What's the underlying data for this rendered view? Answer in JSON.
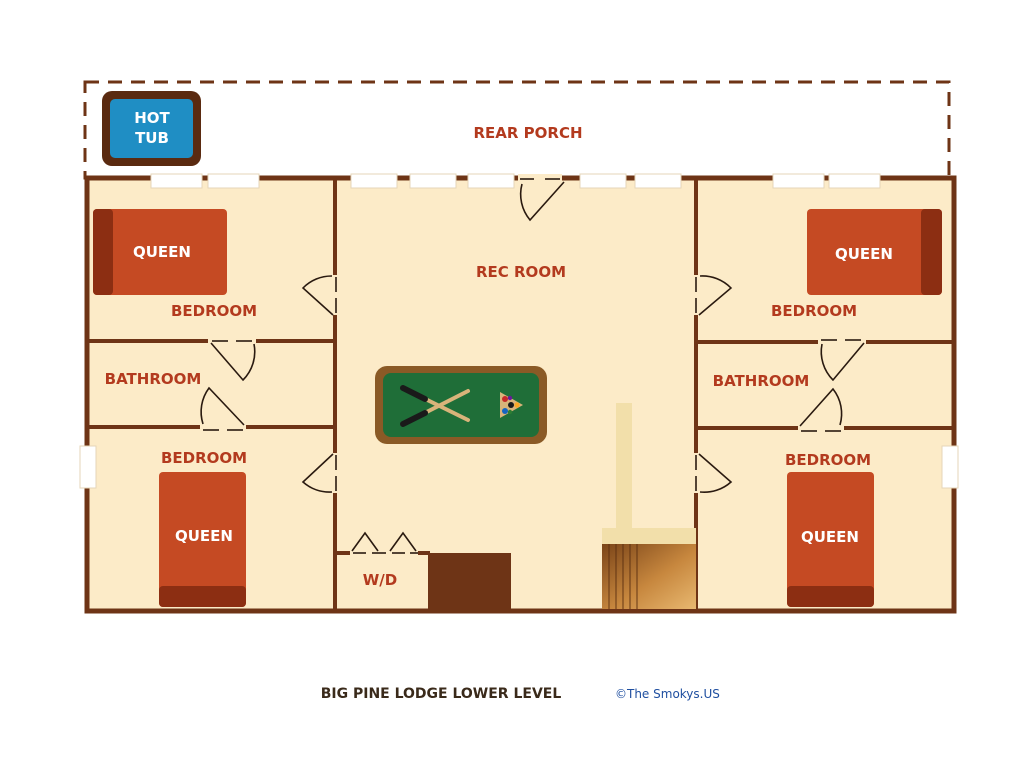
{
  "title": "BIG PINE LODGE LOWER LEVEL",
  "copyright": "©The Smokys.US",
  "colors": {
    "wall": "#6e3416",
    "floor": "#fcebc8",
    "bed": "#c54a23",
    "bed_head": "#8c2e12",
    "tub_water": "#1f8ec4",
    "tub_rim": "#5a2a10",
    "pool_felt": "#1f6e38",
    "pool_rail": "#8a5a26",
    "label": "#b33a1e"
  },
  "labels": {
    "rear_porch": "REAR PORCH",
    "hot_tub_line1": "HOT",
    "hot_tub_line2": "TUB",
    "rec_room": "REC ROOM",
    "bedroom": "BEDROOM",
    "bathroom": "BATHROOM",
    "queen": "QUEEN",
    "wd": "W/D"
  }
}
